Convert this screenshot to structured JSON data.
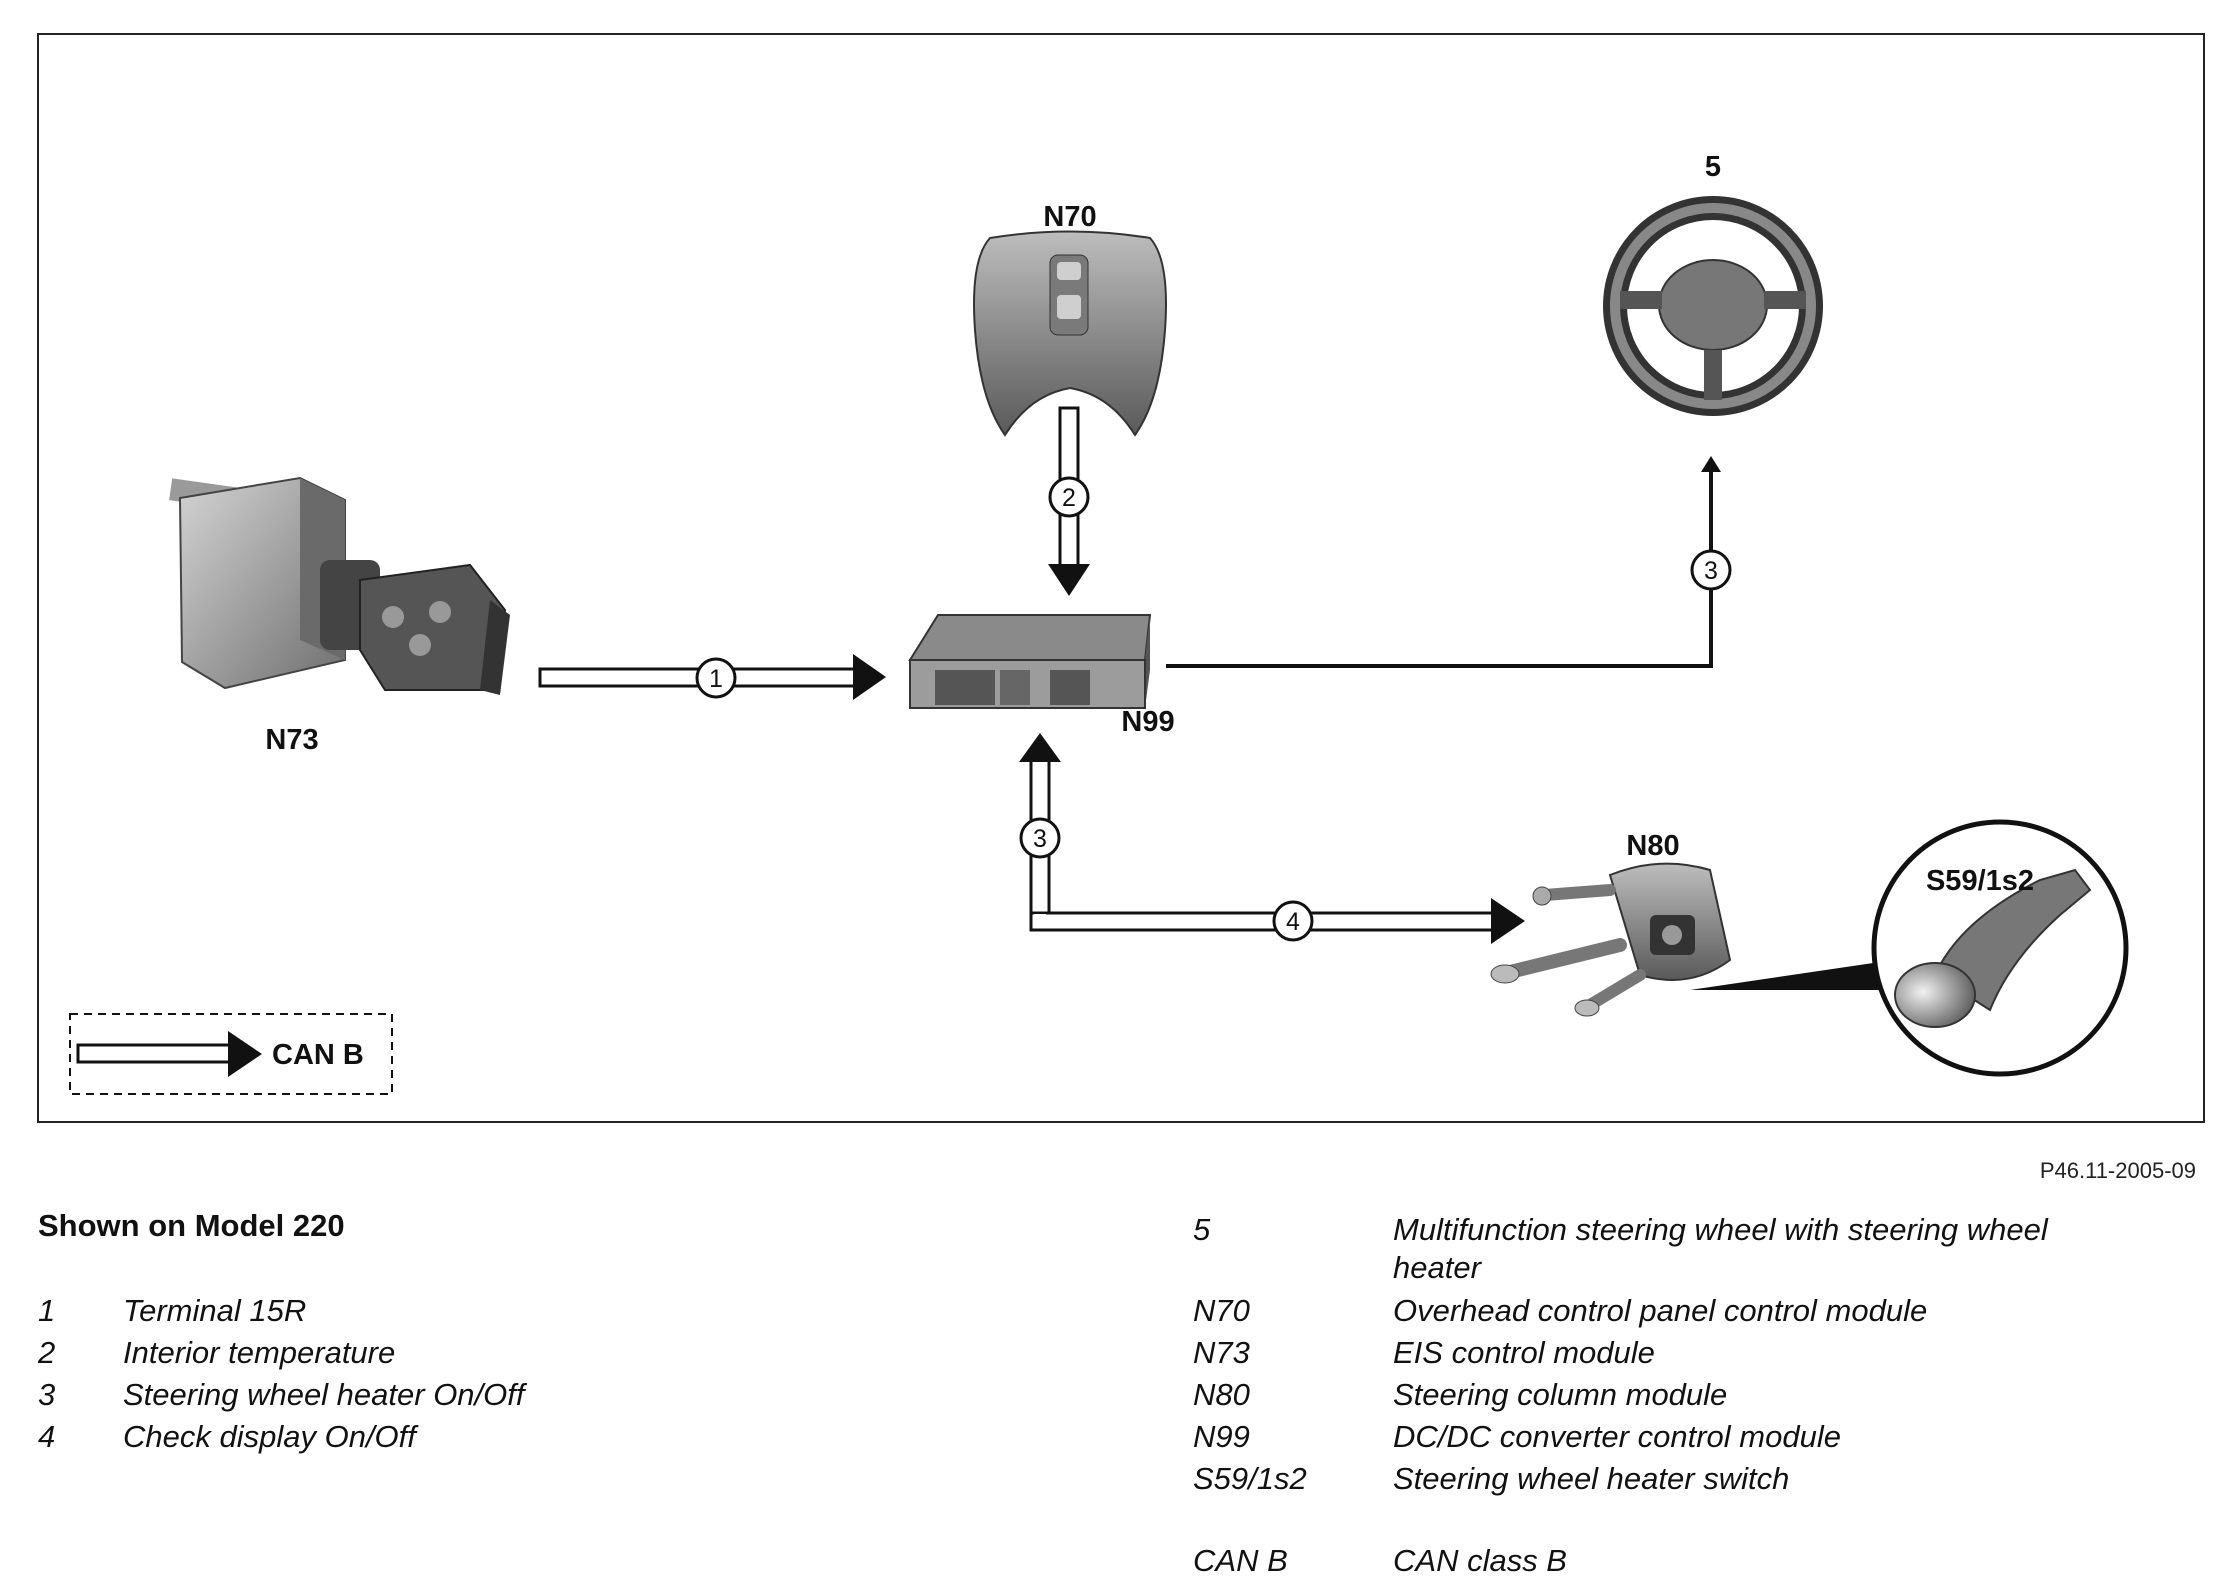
{
  "diagram": {
    "labels": {
      "n70": "N70",
      "n73": "N73",
      "n99": "N99",
      "n80": "N80",
      "wheel": "5",
      "switch": "S59/1s2",
      "can_b": "CAN B"
    },
    "connection_numbers": {
      "c1": "1",
      "c2": "2",
      "c3_top": "3",
      "c3_bottom": "3",
      "c4": "4"
    },
    "figure_id": "P46.11-2005-09"
  },
  "legend": {
    "title": "Shown on Model 220",
    "left_items": [
      {
        "key": "1",
        "text": "Terminal 15R"
      },
      {
        "key": "2",
        "text": "Interior temperature"
      },
      {
        "key": "3",
        "text": "Steering wheel heater On/Off"
      },
      {
        "key": "4",
        "text": "Check display On/Off"
      }
    ],
    "right_items": [
      {
        "key": "5",
        "text": "Multifunction steering wheel with steering wheel",
        "text2": "heater"
      },
      {
        "key": "N70",
        "text": "Overhead control panel control module"
      },
      {
        "key": "N73",
        "text": "EIS control module"
      },
      {
        "key": "N80",
        "text": "Steering column module"
      },
      {
        "key": "N99",
        "text": "DC/DC converter control module"
      },
      {
        "key": "S59/1s2",
        "text": "Steering wheel heater switch"
      }
    ],
    "can_item": {
      "key": "CAN B",
      "text": "CAN class B"
    }
  }
}
